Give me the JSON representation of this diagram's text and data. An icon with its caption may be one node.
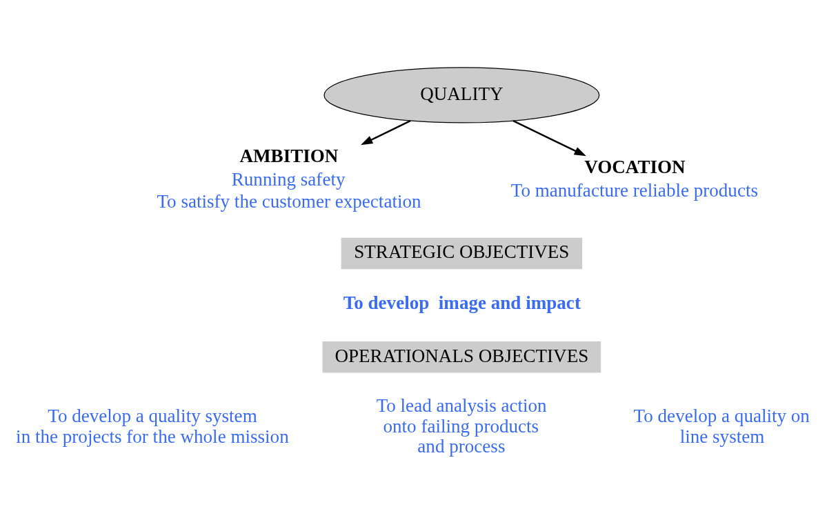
{
  "diagram": {
    "nodes": [
      {
        "text": [
          "QUALITY"
        ]
      },
      {
        "text": [
          "AMBITION",
          "Running safety",
          "To satisfy the customer expectation"
        ]
      },
      {
        "text": [
          "VOCATION",
          "To manufacture reliable products"
        ]
      },
      {
        "text": [
          "STRATEGIC OBJECTIVES"
        ]
      },
      {
        "text": [
          "OPERATIONALS OBJECTIVES"
        ]
      }
    ],
    "edges": [
      {
        "from": 0,
        "to": 1,
        "arrow": "to"
      },
      {
        "from": 0,
        "to": 2,
        "arrow": "to"
      }
    ],
    "labels": [
      "To develop  image and impact",
      "To develop a quality system in the projects for the whole mission",
      "To lead analysis action onto failing products and process",
      "To develop a quality on line system"
    ]
  }
}
